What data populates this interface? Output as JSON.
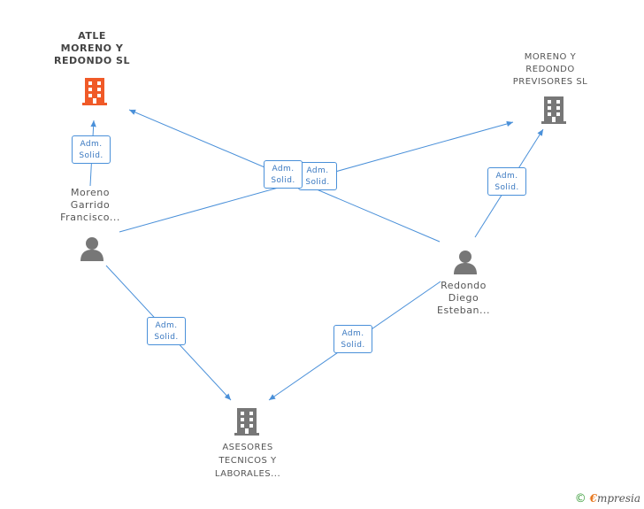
{
  "nodes": {
    "atle": {
      "lines": [
        "ATLE",
        "MORENO Y",
        "REDONDO  SL"
      ],
      "color": "#f05a28"
    },
    "previsores": {
      "lines": [
        "MORENO Y",
        "REDONDO",
        "PREVISORES SL"
      ],
      "color": "#777777"
    },
    "asesores": {
      "lines": [
        "ASESORES",
        "TECNICOS Y",
        "LABORALES..."
      ],
      "color": "#777777"
    },
    "moreno": {
      "lines": [
        "Moreno",
        "Garrido",
        "Francisco..."
      ],
      "color": "#777777"
    },
    "redondo": {
      "lines": [
        "Redondo",
        "Diego",
        "Esteban..."
      ],
      "color": "#777777"
    }
  },
  "edge_label": [
    "Adm.",
    "Solid."
  ],
  "edge_color": "#4a90d9",
  "footer": {
    "copyright": "©",
    "brand_first": "€",
    "brand_rest": "mpresia"
  }
}
